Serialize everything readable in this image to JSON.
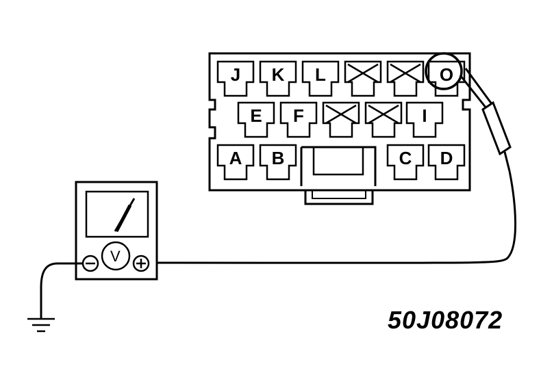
{
  "diagram": {
    "figure_code": "50J08072",
    "connector": {
      "terminals": [
        {
          "id": "terminal-j",
          "label": "J",
          "type": "pin"
        },
        {
          "id": "terminal-k",
          "label": "K",
          "type": "pin"
        },
        {
          "id": "terminal-l",
          "label": "L",
          "type": "pin"
        },
        {
          "id": "terminal-empty-1",
          "label": "",
          "type": "empty"
        },
        {
          "id": "terminal-empty-2",
          "label": "",
          "type": "empty"
        },
        {
          "id": "terminal-o",
          "label": "O",
          "type": "pin",
          "probed": true
        },
        {
          "id": "terminal-e",
          "label": "E",
          "type": "pin"
        },
        {
          "id": "terminal-f",
          "label": "F",
          "type": "pin"
        },
        {
          "id": "terminal-empty-3",
          "label": "",
          "type": "empty"
        },
        {
          "id": "terminal-empty-4",
          "label": "",
          "type": "empty"
        },
        {
          "id": "terminal-i",
          "label": "I",
          "type": "pin"
        },
        {
          "id": "terminal-a",
          "label": "A",
          "type": "pin"
        },
        {
          "id": "terminal-b",
          "label": "B",
          "type": "pin"
        },
        {
          "id": "terminal-c",
          "label": "C",
          "type": "pin"
        },
        {
          "id": "terminal-d",
          "label": "D",
          "type": "pin"
        }
      ]
    },
    "meter": {
      "symbol": "V",
      "negative_symbol": "⊖",
      "positive_symbol": "⊕",
      "icon": "voltmeter-icon"
    },
    "ground_icon": "ground-icon"
  }
}
